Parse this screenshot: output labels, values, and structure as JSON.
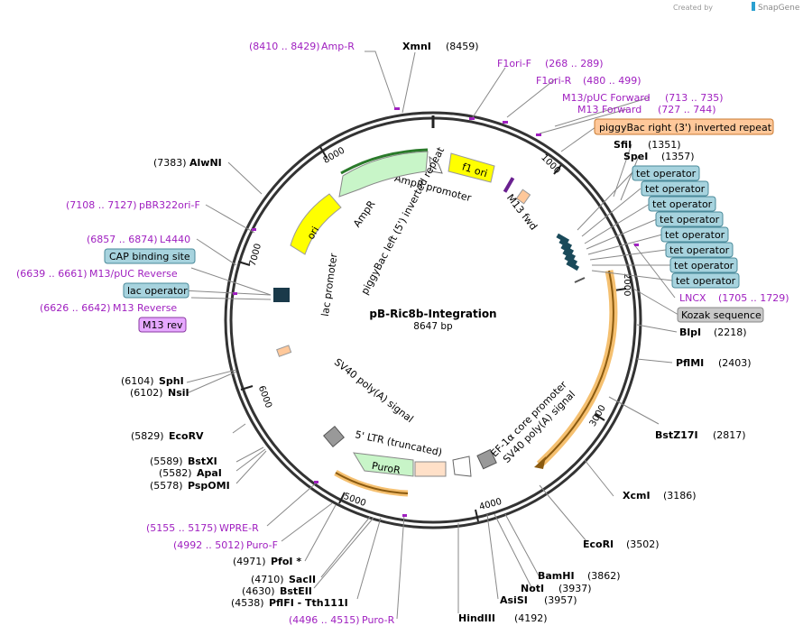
{
  "header": {
    "brand_prefix": "Created by",
    "brand_name": "SnapGene"
  },
  "plasmid": {
    "name": "pB-Ric8b-Integration",
    "length": "8647 bp"
  },
  "ticks": [
    "1000",
    "2000",
    "3000",
    "4000",
    "5000",
    "6000",
    "7000",
    "8000"
  ],
  "features": {
    "f1_ori": "f1 ori",
    "ampr_promoter": "AmpR promoter",
    "ampr": "AmpR",
    "pb_left": "piggyBac left (5') inverted repeat",
    "ori": "ori",
    "lac_promoter": "lac promoter",
    "m13_fwd": "M13 fwd",
    "sv40_polya_1": "SV40 poly(A) signal",
    "ltr": "5' LTR (truncated)",
    "puror": "PuroR",
    "ef1a": "EF-1α core promoter",
    "sv40_polya_2": "SV40 poly(A) signal"
  },
  "left_labels": [
    {
      "pos": "(8410 .. 8429)",
      "name": "Amp-R",
      "kind": "primer"
    },
    {
      "pos": "(7383)",
      "name": "AlwNI",
      "kind": "site"
    },
    {
      "pos": "(7108 .. 7127)",
      "name": "pBR322ori-F",
      "kind": "primer"
    },
    {
      "pos": "(6857 .. 6874)",
      "name": "L4440",
      "kind": "primer"
    },
    {
      "pos": "",
      "name": "CAP binding site",
      "kind": "badge-blue"
    },
    {
      "pos": "(6639 .. 6661)",
      "name": "M13/pUC Reverse",
      "kind": "primer"
    },
    {
      "pos": "",
      "name": "lac operator",
      "kind": "badge-blue"
    },
    {
      "pos": "(6626 .. 6642)",
      "name": "M13 Reverse",
      "kind": "primer"
    },
    {
      "pos": "",
      "name": "M13 rev",
      "kind": "badge-purple"
    },
    {
      "pos": "(6104)",
      "name": "SphI",
      "kind": "site"
    },
    {
      "pos": "(6102)",
      "name": "NsiI",
      "kind": "site"
    },
    {
      "pos": "(5829)",
      "name": "EcoRV",
      "kind": "site"
    },
    {
      "pos": "(5589)",
      "name": "BstXI",
      "kind": "site"
    },
    {
      "pos": "(5582)",
      "name": "ApaI",
      "kind": "site"
    },
    {
      "pos": "(5578)",
      "name": "PspOMI",
      "kind": "site"
    },
    {
      "pos": "(5155 .. 5175)",
      "name": "WPRE-R",
      "kind": "primer"
    },
    {
      "pos": "(4992 .. 5012)",
      "name": "Puro-F",
      "kind": "primer"
    },
    {
      "pos": "(4971)",
      "name": "PfoI *",
      "kind": "site"
    },
    {
      "pos": "(4710)",
      "name": "SacII",
      "kind": "site"
    },
    {
      "pos": "(4630)",
      "name": "BstEII",
      "kind": "site"
    },
    {
      "pos": "(4538)",
      "name": "PflFI - Tth111I",
      "kind": "site"
    },
    {
      "pos": "(4496 .. 4515)",
      "name": "Puro-R",
      "kind": "primer"
    }
  ],
  "right_labels": [
    {
      "name": "XmnI",
      "pos": "(8459)",
      "kind": "site"
    },
    {
      "name": "F1ori-F",
      "pos": "(268 .. 289)",
      "kind": "primer"
    },
    {
      "name": "F1ori-R",
      "pos": "(480 .. 499)",
      "kind": "primer"
    },
    {
      "name": "M13/pUC Forward",
      "pos": "(713 .. 735)",
      "kind": "primer"
    },
    {
      "name": "M13 Forward",
      "pos": "(727 .. 744)",
      "kind": "primer"
    },
    {
      "name": "piggyBac right (3') inverted repeat",
      "pos": "",
      "kind": "badge-orange"
    },
    {
      "name": "SfiI",
      "pos": "(1351)",
      "kind": "site"
    },
    {
      "name": "SpeI",
      "pos": "(1357)",
      "kind": "site"
    },
    {
      "name": "tet operator",
      "pos": "",
      "kind": "badge-blue"
    },
    {
      "name": "tet operator",
      "pos": "",
      "kind": "badge-blue"
    },
    {
      "name": "tet operator",
      "pos": "",
      "kind": "badge-blue"
    },
    {
      "name": "tet operator",
      "pos": "",
      "kind": "badge-blue"
    },
    {
      "name": "tet operator",
      "pos": "",
      "kind": "badge-blue"
    },
    {
      "name": "tet operator",
      "pos": "",
      "kind": "badge-blue"
    },
    {
      "name": "tet operator",
      "pos": "",
      "kind": "badge-blue"
    },
    {
      "name": "tet operator",
      "pos": "",
      "kind": "badge-blue"
    },
    {
      "name": "LNCX",
      "pos": "(1705 .. 1729)",
      "kind": "primer"
    },
    {
      "name": "Kozak sequence",
      "pos": "",
      "kind": "badge-gray"
    },
    {
      "name": "BlpI",
      "pos": "(2218)",
      "kind": "site"
    },
    {
      "name": "PflMI",
      "pos": "(2403)",
      "kind": "site"
    },
    {
      "name": "BstZ17I",
      "pos": "(2817)",
      "kind": "site"
    },
    {
      "name": "XcmI",
      "pos": "(3186)",
      "kind": "site"
    },
    {
      "name": "EcoRI",
      "pos": "(3502)",
      "kind": "site"
    },
    {
      "name": "BamHI",
      "pos": "(3862)",
      "kind": "site"
    },
    {
      "name": "NotI",
      "pos": "(3937)",
      "kind": "site"
    },
    {
      "name": "AsiSI",
      "pos": "(3957)",
      "kind": "site"
    },
    {
      "name": "HindIII",
      "pos": "(4192)",
      "kind": "site"
    }
  ],
  "colors": {
    "backbone": "#333333",
    "primer": "#a020c0",
    "ampr_fill": "#c8f5c8",
    "ori_fill": "#ffff00",
    "blue_badge": "#a7d3de",
    "orange_badge": "#ffc89a",
    "gray_badge": "#c8c8c8",
    "purple_badge": "#e6a8ff",
    "orange_arc": "#f5b050",
    "puro_fill": "#c8f5c8",
    "ltr_fill": "#ffe0c8",
    "gray_box": "#999999"
  },
  "icons": {
    "brand": "snapgene-logo-icon"
  }
}
